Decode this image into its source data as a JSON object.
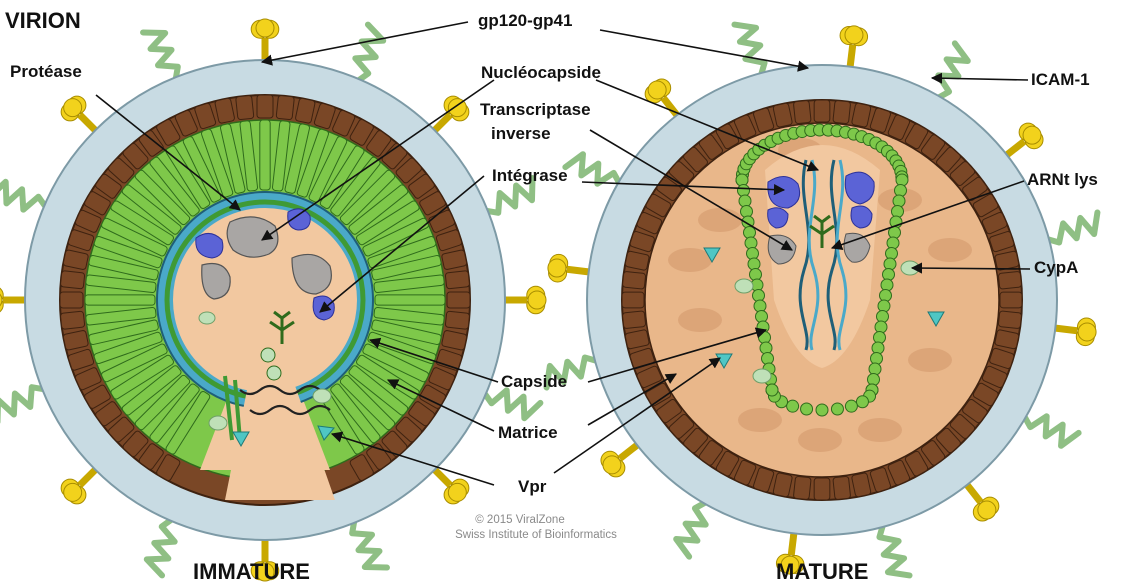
{
  "titles": {
    "virion": "VIRION",
    "immature": "IMMATURE",
    "mature": "MATURE"
  },
  "labels": {
    "gp120": "gp120-gp41",
    "protease": "Protéase",
    "nucleocapside": "Nucléocapside",
    "transcriptase_line1": "Transcriptase",
    "transcriptase_line2": "inverse",
    "integrase": "Intégrase",
    "icam": "ICAM-1",
    "arnt": "ARNt lys",
    "cypa": "CypA",
    "capside": "Capside",
    "matrice": "Matrice",
    "vpr": "Vpr"
  },
  "credit": {
    "line1": "© 2015 ViralZone",
    "line2": "Swiss Institute of Bioinformatics"
  },
  "colors": {
    "envelope": "#c8dbe3",
    "matrix": "#7a4726",
    "interior": "#f2c8a0",
    "capsid": "#7ec84a",
    "nucleocapsid": "#4aa9c9",
    "integrase": "#5b63d6",
    "rt": "#a9a6a4",
    "spike_head": "#f2d21c",
    "icam": "#8fbf84",
    "vpr": "#4fc6c4",
    "cypa": "#bfe0b8"
  },
  "icons": [
    "gp120-spike",
    "icam-stalk",
    "capsid-segment",
    "integrase-blob",
    "rt-blob",
    "vpr-triangle",
    "cypa-bean",
    "trna-clover",
    "rna-helix"
  ]
}
